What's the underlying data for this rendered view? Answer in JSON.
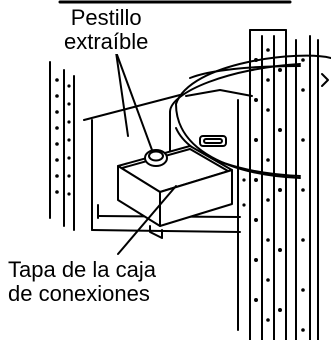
{
  "labels": {
    "latch": {
      "line1": "Pestillo",
      "line2": "extraíble"
    },
    "cover": {
      "line1": "Tapa de la caja",
      "line2": "de conexiones"
    }
  }
}
